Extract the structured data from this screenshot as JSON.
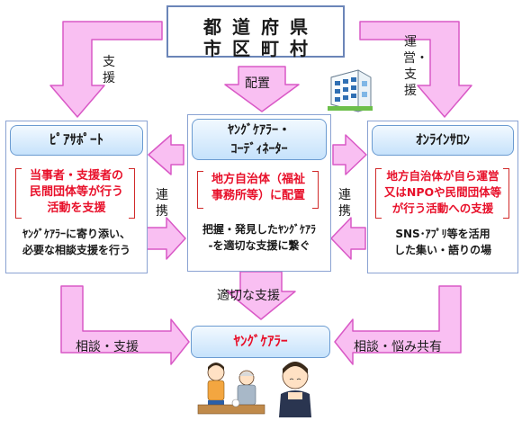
{
  "top": {
    "line1": "都道府県",
    "line2": "市区町村"
  },
  "arrows": {
    "support_left": "支援",
    "placement": "配置",
    "operate_support": "運営・支援",
    "coop_left": "連携",
    "coop_right": "連携",
    "appropriate_support": "適切な支援",
    "consult_support": "相談・支援",
    "consult_share": "相談・悩み共有"
  },
  "peer": {
    "title": "ﾋﾟｱｻﾎﾟｰﾄ",
    "red_text": "当事者・支援者の\n民間団体等が行う\n活動を支援",
    "body": "ﾔﾝｸﾞｹｱﾗｰに寄り添い、\n必要な相談支援を行う"
  },
  "coordinator": {
    "title": "ﾔﾝｸﾞｹｱﾗｰ・\nｺｰﾃﾞｨﾈｰﾀｰ",
    "red_text": "地方自治体（福祉\n事務所等）に配置",
    "body": "把握・発見したﾔﾝｸﾞｹｱﾗ\n-を適切な支援に繋ぐ"
  },
  "salon": {
    "title": "ｵﾝﾗｲﾝｻﾛﾝ",
    "red_text": "地方自治体が自ら運営\n又はNPOや民間団体等\nが行う活動への支援",
    "body": "SNS･ｱﾌﾟﾘ等を活用\nした集い・語りの場"
  },
  "young_carer": {
    "title": "ﾔﾝｸﾞｹｱﾗｰ"
  },
  "icons": [
    "building-illustration",
    "caregiver-illustration",
    "young-carer-illustration"
  ],
  "colors": {
    "arrow_fill": "#f9bff2",
    "arrow_stroke": "#d958c6",
    "accent_red": "#e8102a",
    "panel_head_border": "#6b9bd1"
  }
}
